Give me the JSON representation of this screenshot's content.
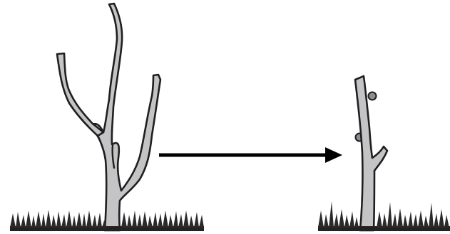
{
  "scene": {
    "left_figure": "tree-before-pruning",
    "right_figure": "stump-after-pruning",
    "transition": "arrow-right",
    "colors": {
      "background": "#ffffff",
      "bark": "#c4c4c6",
      "outline": "#1f1f1f",
      "grass": "#2a2a2a",
      "arrow": "#000000"
    }
  }
}
